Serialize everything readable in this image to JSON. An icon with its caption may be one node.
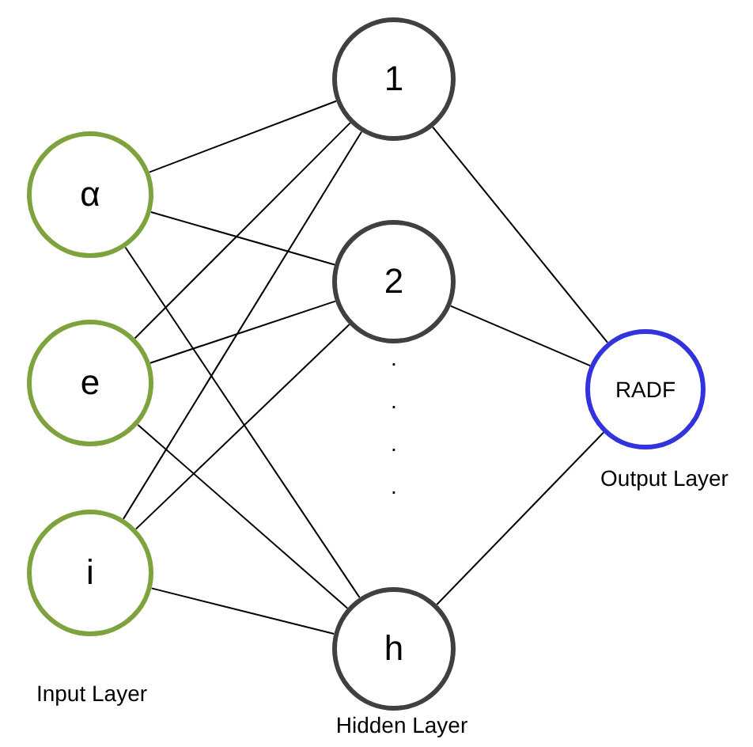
{
  "diagram": {
    "nodes": [
      {
        "text": [
          "α"
        ]
      },
      {
        "text": [
          "e"
        ]
      },
      {
        "text": [
          "i"
        ]
      },
      {
        "text": [
          "1"
        ]
      },
      {
        "text": [
          "2"
        ]
      },
      {
        "text": [
          "h"
        ]
      },
      {
        "text": [
          "RADF"
        ]
      }
    ],
    "edges": [
      {
        "from": 0,
        "to": 3,
        "arrow": "none"
      },
      {
        "from": 0,
        "to": 4,
        "arrow": "none"
      },
      {
        "from": 0,
        "to": 5,
        "arrow": "none"
      },
      {
        "from": 1,
        "to": 3,
        "arrow": "none"
      },
      {
        "from": 1,
        "to": 4,
        "arrow": "none"
      },
      {
        "from": 1,
        "to": 5,
        "arrow": "none"
      },
      {
        "from": 2,
        "to": 3,
        "arrow": "none"
      },
      {
        "from": 2,
        "to": 4,
        "arrow": "none"
      },
      {
        "from": 2,
        "to": 5,
        "arrow": "none"
      },
      {
        "from": 3,
        "to": 6,
        "arrow": "none"
      },
      {
        "from": 4,
        "to": 6,
        "arrow": "none"
      },
      {
        "from": 5,
        "to": 6,
        "arrow": "none"
      }
    ],
    "labels": [
      ".",
      ".",
      ".",
      ".",
      "Output Layer",
      "Input Layer",
      "Hidden Layer"
    ]
  }
}
